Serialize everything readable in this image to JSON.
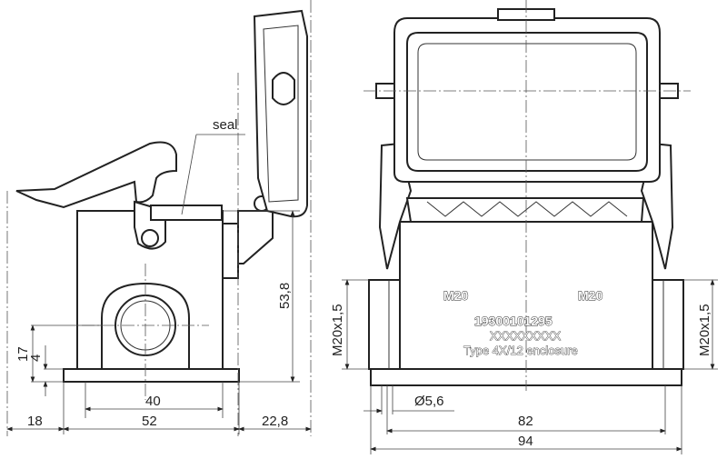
{
  "callouts": {
    "seal": "seal"
  },
  "side_view": {
    "height_total": "53,8",
    "height_17": "17",
    "height_4": "4",
    "width_40": "40",
    "width_52": "52",
    "offset_18": "18",
    "offset_22_8": "22,8"
  },
  "front_view": {
    "thread_left": "M20x1,5",
    "thread_right": "M20x1,5",
    "hole_dia": "Ø5,6",
    "width_82": "82",
    "width_94": "94",
    "port_left": "M20",
    "port_right": "M20",
    "part_number": "19300101295",
    "serial": "XXXXXXXXX",
    "rating": "Type 4X/12 enclosure"
  }
}
